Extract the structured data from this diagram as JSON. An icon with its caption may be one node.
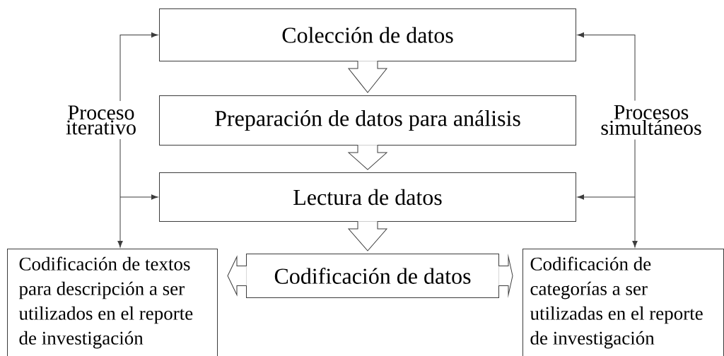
{
  "diagram": {
    "nodes": [
      {
        "text": [
          "Colección de datos"
        ]
      },
      {
        "text": [
          "Proceso iterativo"
        ]
      },
      {
        "text": [
          "Preparación de datos para análisis"
        ]
      },
      {
        "text": [
          "Procesos simultáneos"
        ]
      },
      {
        "text": [
          "Lectura de datos"
        ]
      },
      {
        "text": [
          "Codificación de textos para descripción a ser utilizados en el reporte de investigación"
        ]
      },
      {
        "text": [
          "Codificación de datos"
        ]
      },
      {
        "text": [
          "Codificación de categorías a ser utilizadas en el reporte de investigación"
        ]
      }
    ],
    "edges": [
      {
        "from": 0,
        "to": 2,
        "arrow": "to"
      },
      {
        "from": 2,
        "to": 4,
        "arrow": "to"
      },
      {
        "from": 4,
        "to": 6,
        "arrow": "to"
      },
      {
        "from": 6,
        "to": 5,
        "arrow": "to"
      },
      {
        "from": 6,
        "to": 7,
        "arrow": "to"
      },
      {
        "from": 1,
        "to": 0,
        "arrow": "to"
      },
      {
        "from": 1,
        "to": 4,
        "arrow": "to"
      },
      {
        "from": 1,
        "to": 5,
        "arrow": "to"
      },
      {
        "from": 3,
        "to": 0,
        "arrow": "to"
      },
      {
        "from": 3,
        "to": 4,
        "arrow": "to"
      },
      {
        "from": 3,
        "to": 7,
        "arrow": "to"
      }
    ]
  }
}
